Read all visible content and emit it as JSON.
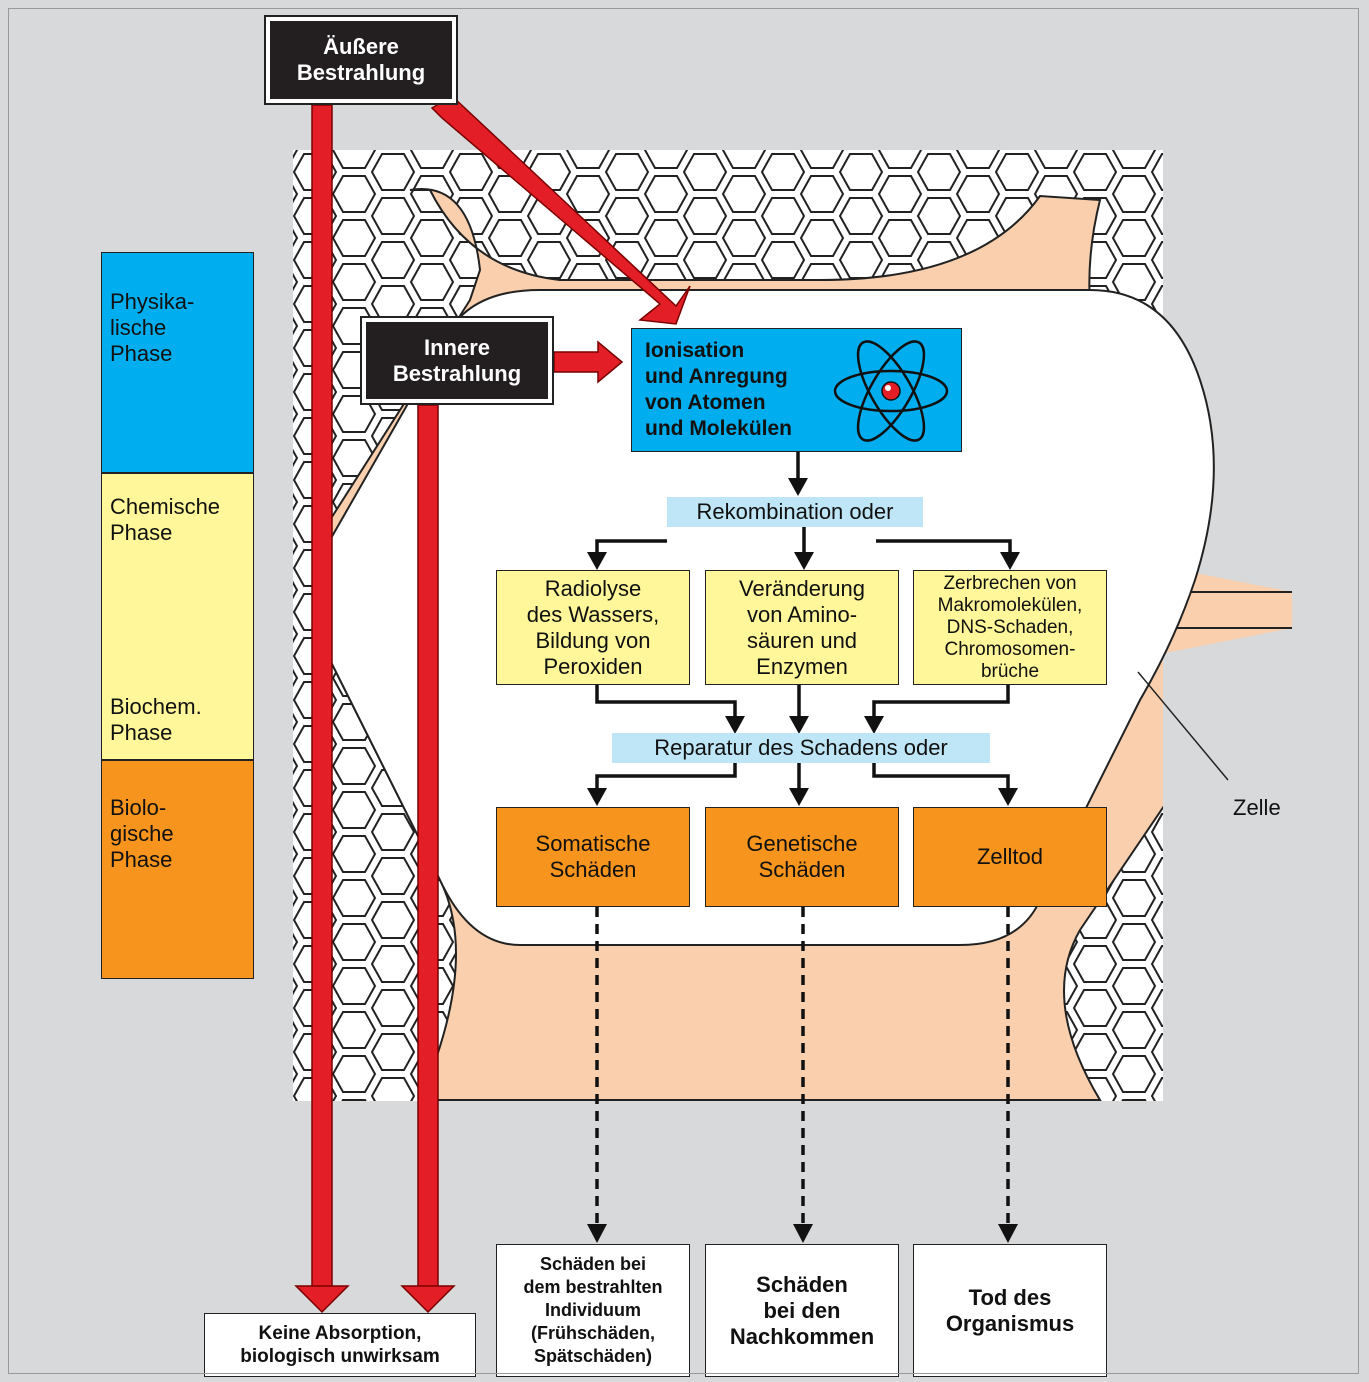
{
  "phases": {
    "physical": "Physika-\nlische\nPhase",
    "chemical": "Chemische\nPhase",
    "biochemical": "Biochem.\nPhase",
    "biological": "Biolo-\ngische\nPhase"
  },
  "radiation": {
    "external": "Äußere\nBestrahlung",
    "internal": "Innere\nBestrahlung"
  },
  "ionisation": "Ionisation\nund Anregung\nvon Atomen\nund Molekülen",
  "recombination": "Rekombination oder",
  "chemical_effects": [
    "Radiolyse\ndes Wassers,\nBildung von\nPeroxiden",
    "Veränderung\nvon Amino-\nsäuren und\nEnzymen",
    "Zerbrechen von\nMakromolekülen,\nDNS-Schaden,\nChromosomen-\nbrüche"
  ],
  "repair": "Reparatur des Schadens oder",
  "cell_damage": [
    "Somatische\nSchäden",
    "Genetische\nSchäden",
    "Zelltod"
  ],
  "outcomes": [
    "Schäden bei\ndem bestrahlten\nIndividuum\n(Frühschäden,\nSpätschäden)",
    "Schäden\nbei den\nNachkommen",
    "Tod des\nOrganismus"
  ],
  "no_absorption": "Keine Absorption,\nbiologisch unwirksam",
  "cell_label": "Zelle",
  "colors": {
    "physical": "#00aeef",
    "chemical": "#fff799",
    "biological": "#f7941d",
    "arrow_red": "#e41e26",
    "membrane": "#f9cfad",
    "band": "#bfe6f7",
    "background": "#d8d9db"
  }
}
